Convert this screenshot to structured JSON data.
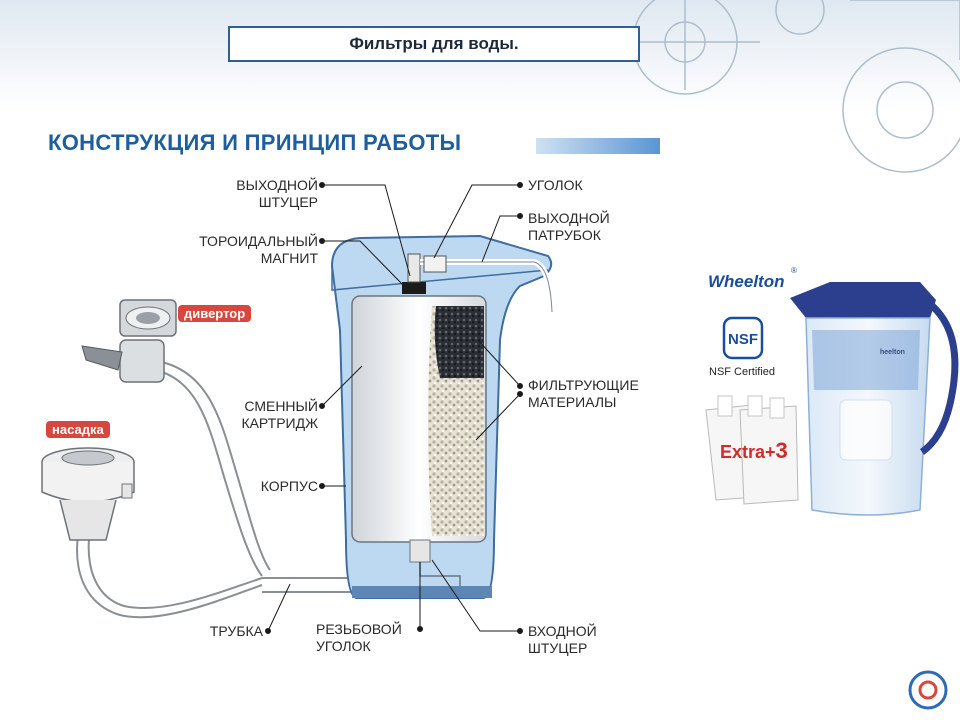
{
  "title": "Фильтры для воды.",
  "heading": "КОНСТРУКЦИЯ И ПРИНЦИП РАБОТЫ",
  "labels": {
    "outlet_fitting_1": "ВЫХОДНОЙ",
    "outlet_fitting_2": "ШТУЦЕР",
    "elbow": "УГОЛОК",
    "outlet_pipe_1": "ВЫХОДНОЙ",
    "outlet_pipe_2": "ПАТРУБОК",
    "magnet_1": "ТОРОИДАЛЬНЫЙ",
    "magnet_2": "МАГНИТ",
    "cartridge_1": "СМЕННЫЙ",
    "cartridge_2": "КАРТРИДЖ",
    "media_1": "ФИЛЬТРУЮЩИЕ",
    "media_2": "МАТЕРИАЛЫ",
    "housing": "КОРПУС",
    "tube": "ТРУБКА",
    "threaded_elbow_1": "РЕЗЬБОВОЙ",
    "threaded_elbow_2": "УГОЛОК",
    "inlet_fitting_1": "ВХОДНОЙ",
    "inlet_fitting_2": "ШТУЦЕР"
  },
  "tags": {
    "diverter": "дивертор",
    "nozzle": "насадка"
  },
  "product": {
    "brand": "Wheelton",
    "brand_mark": "®",
    "badge": "NSF",
    "badge_caption": "NSF Certified",
    "body_text": "heelton",
    "offer_prefix": "Extra+",
    "offer_count": "3"
  },
  "colors": {
    "title_border": "#2f5f93",
    "heading": "#1f5e9c",
    "tag_bg": "#d7473d",
    "housing": "#bcd9f1",
    "housing_outline": "#3f6d9f"
  }
}
